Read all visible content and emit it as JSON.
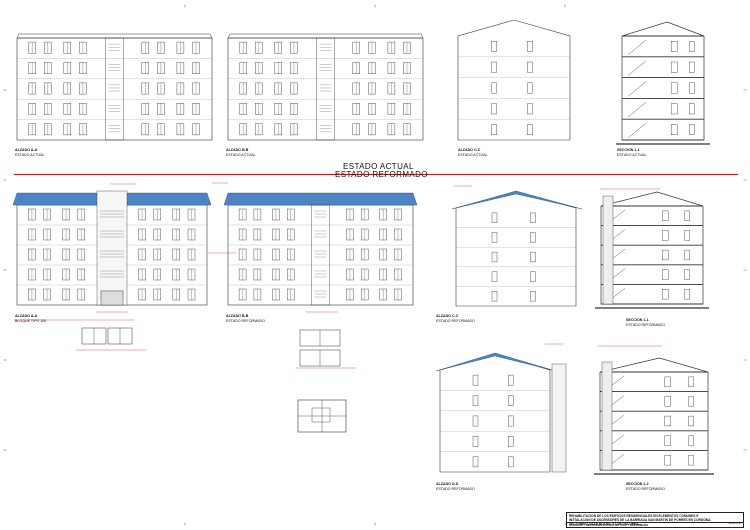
{
  "states": {
    "current": "ESTADO ACTUAL",
    "reformed": "ESTADO REFORMADO"
  },
  "labels": {
    "alzado_aa_actual": {
      "title": "ALZADO A-A",
      "sub": "ESTADO ACTUAL"
    },
    "alzado_bb_actual": {
      "title": "ALZADO B-B",
      "sub": "ESTADO ACTUAL"
    },
    "alzado_cc_actual": {
      "title": "ALZADO C-C",
      "sub": "ESTADO ACTUAL"
    },
    "seccion_11_actual": {
      "title": "SECCION 1-1",
      "sub": "ESTADO ACTUAL"
    },
    "alzado_aa_ref": {
      "title": "ALZADO A-A",
      "sub": "BLOQUE TIPO 100"
    },
    "alzado_bb_ref": {
      "title": "ALZADO B-B",
      "sub": "ESTADO REFORMADO"
    },
    "alzado_cc_ref": {
      "title": "ALZADO C-C",
      "sub": "ESTADO REFORMADO"
    },
    "seccion_11_ref": {
      "title": "SECCION 1-1",
      "sub": "ESTADO REFORMADO"
    },
    "alzado_dd_ref": {
      "title": "ALZADO D-D",
      "sub": "ESTADO REFORMADO"
    },
    "seccion_22_ref": {
      "title": "SECCION 2-2",
      "sub": "ESTADO REFORMADO"
    }
  },
  "title_block": {
    "line1": "REHABILITACION DE LOS EDIFICIOS RESIDENCIALES EN ELEMENTOS COMUNES E INSTALACION DE ASCENSORES",
    "line2": "DE LA BARRIADA SAN MARTIN DE PORRES EN CORDOBA. SECTORES CALLE NOTRO, Y LOS DOLORES.",
    "line3": "ALZADOS Y SECCIONES ESTADO ACTUAL Y REFORMADO",
    "sheet": "HOJA 4.00"
  },
  "colors": {
    "roof_new": "#4f84c4",
    "annotation": "#d21414",
    "line": "#333333"
  }
}
